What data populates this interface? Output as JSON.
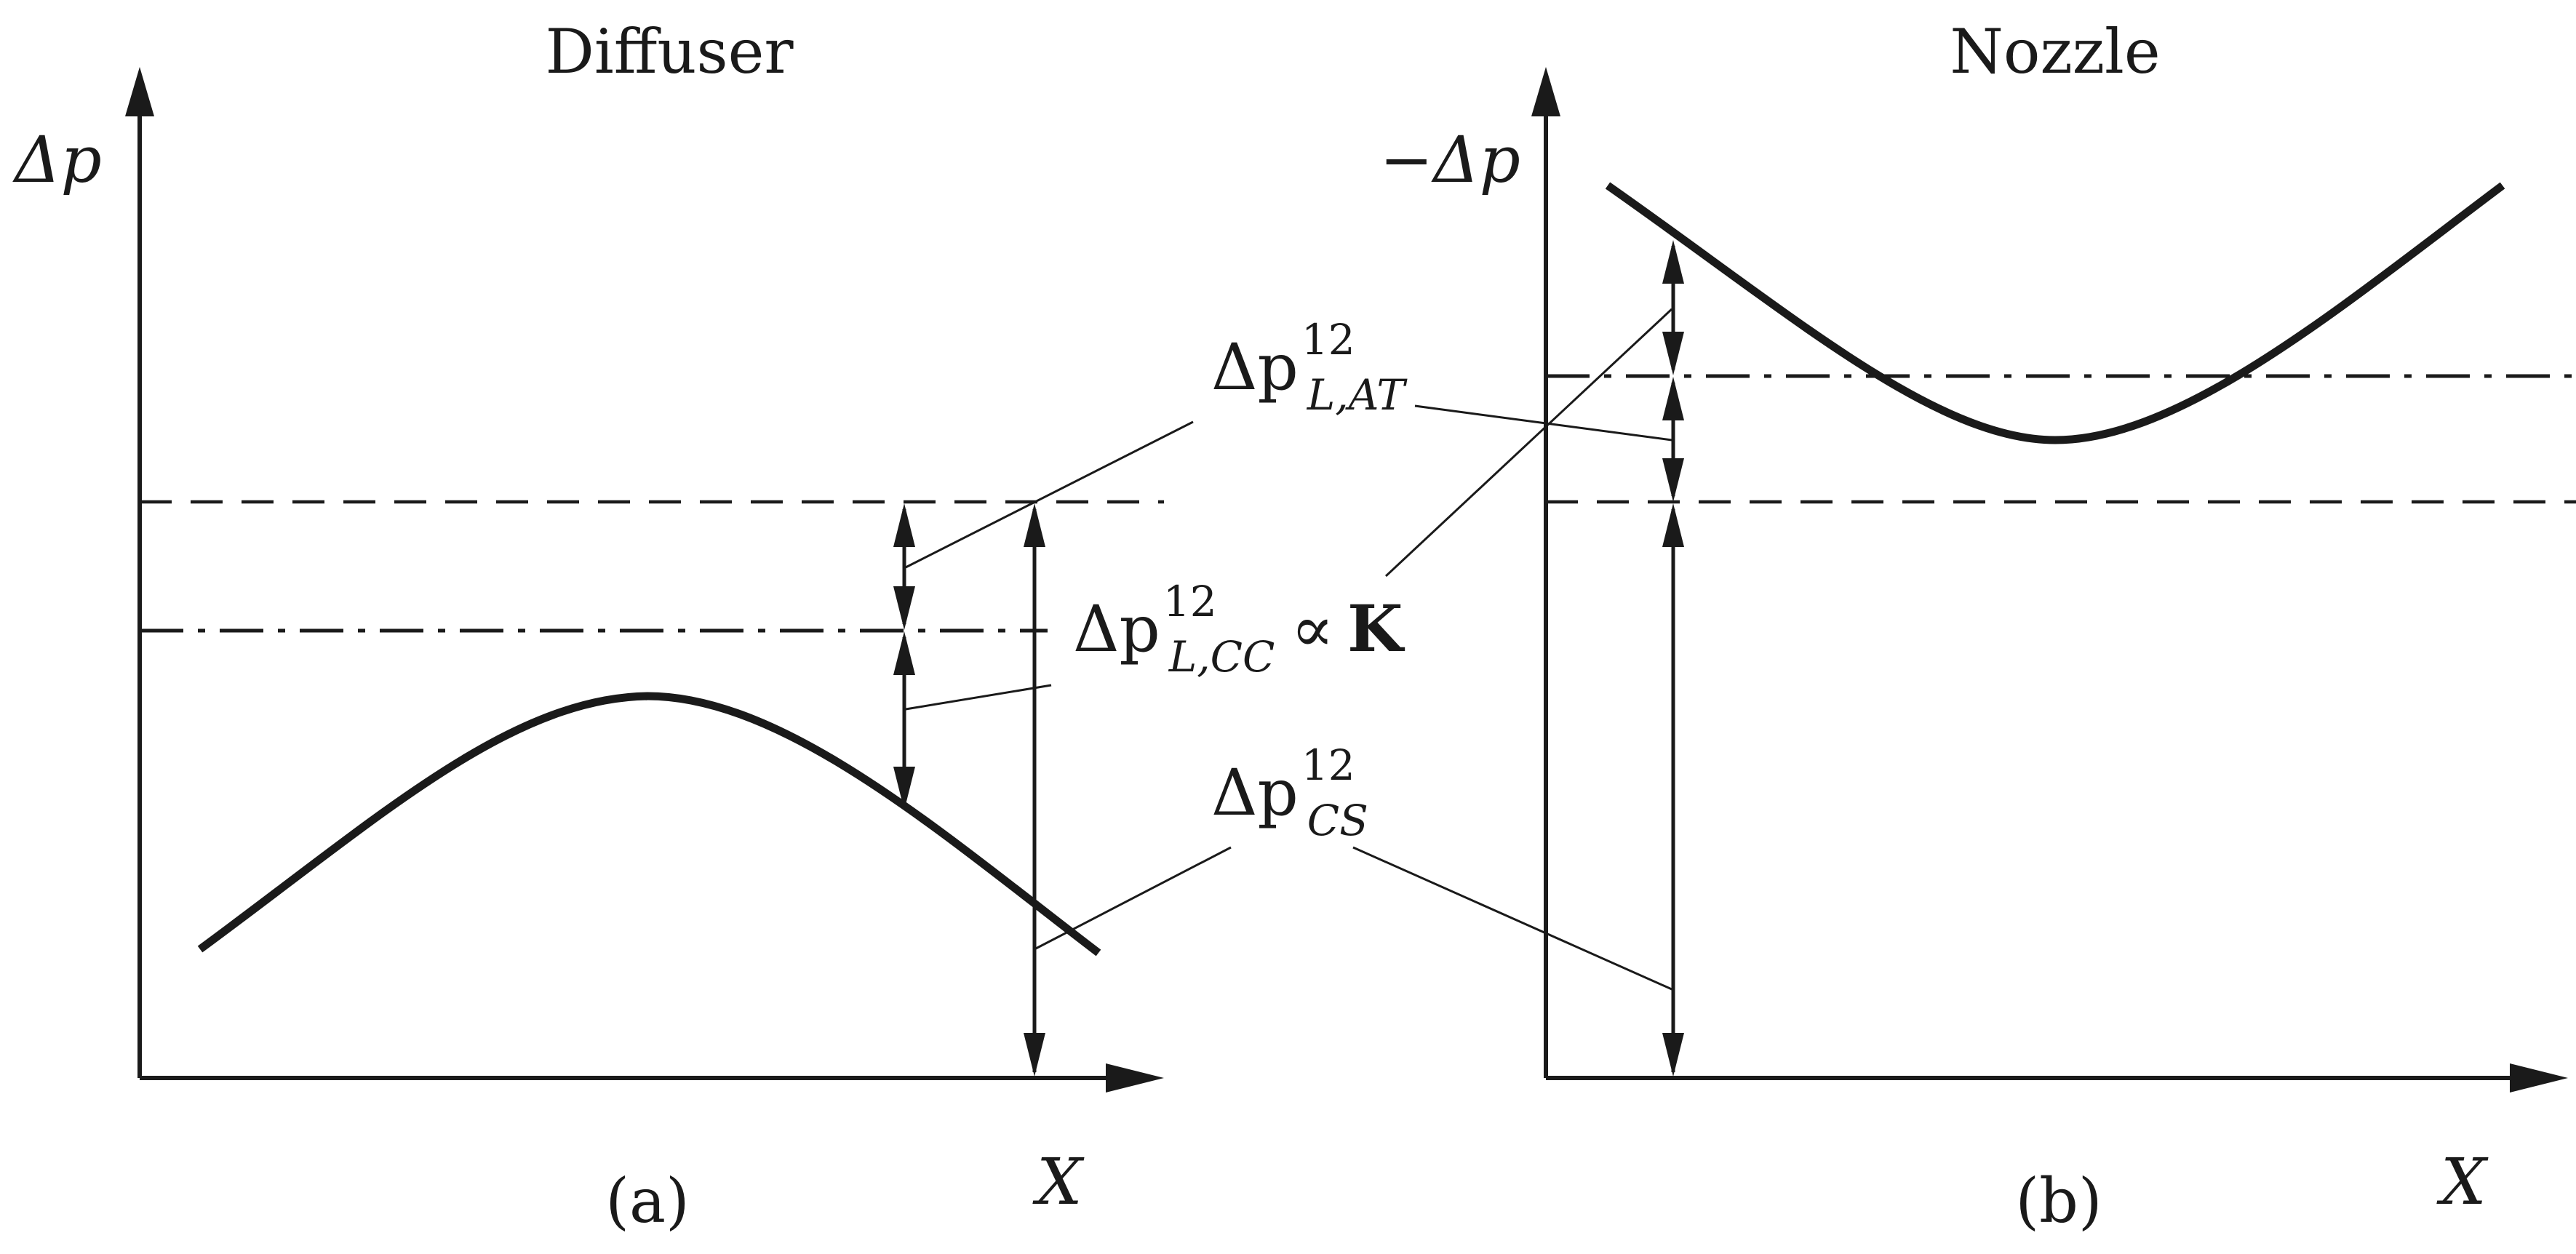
{
  "panels": [
    {
      "title": "Diffuser",
      "y_axis_label": "Δp",
      "x_axis_label": "X",
      "caption": "(a)"
    },
    {
      "title": "Nozzle",
      "y_axis_label": "−Δp",
      "x_axis_label": "X",
      "caption": "(b)"
    }
  ],
  "labels": {
    "loss_at": {
      "base": "Δp",
      "sup": "12",
      "sub": "L,AT"
    },
    "loss_cc": {
      "base": "Δp",
      "sup": "12",
      "sub": "L,CC",
      "suffix_symbol": "∝",
      "suffix_bold": "K"
    },
    "cs": {
      "base": "Δp",
      "sup": "12",
      "sub": "CS"
    }
  }
}
